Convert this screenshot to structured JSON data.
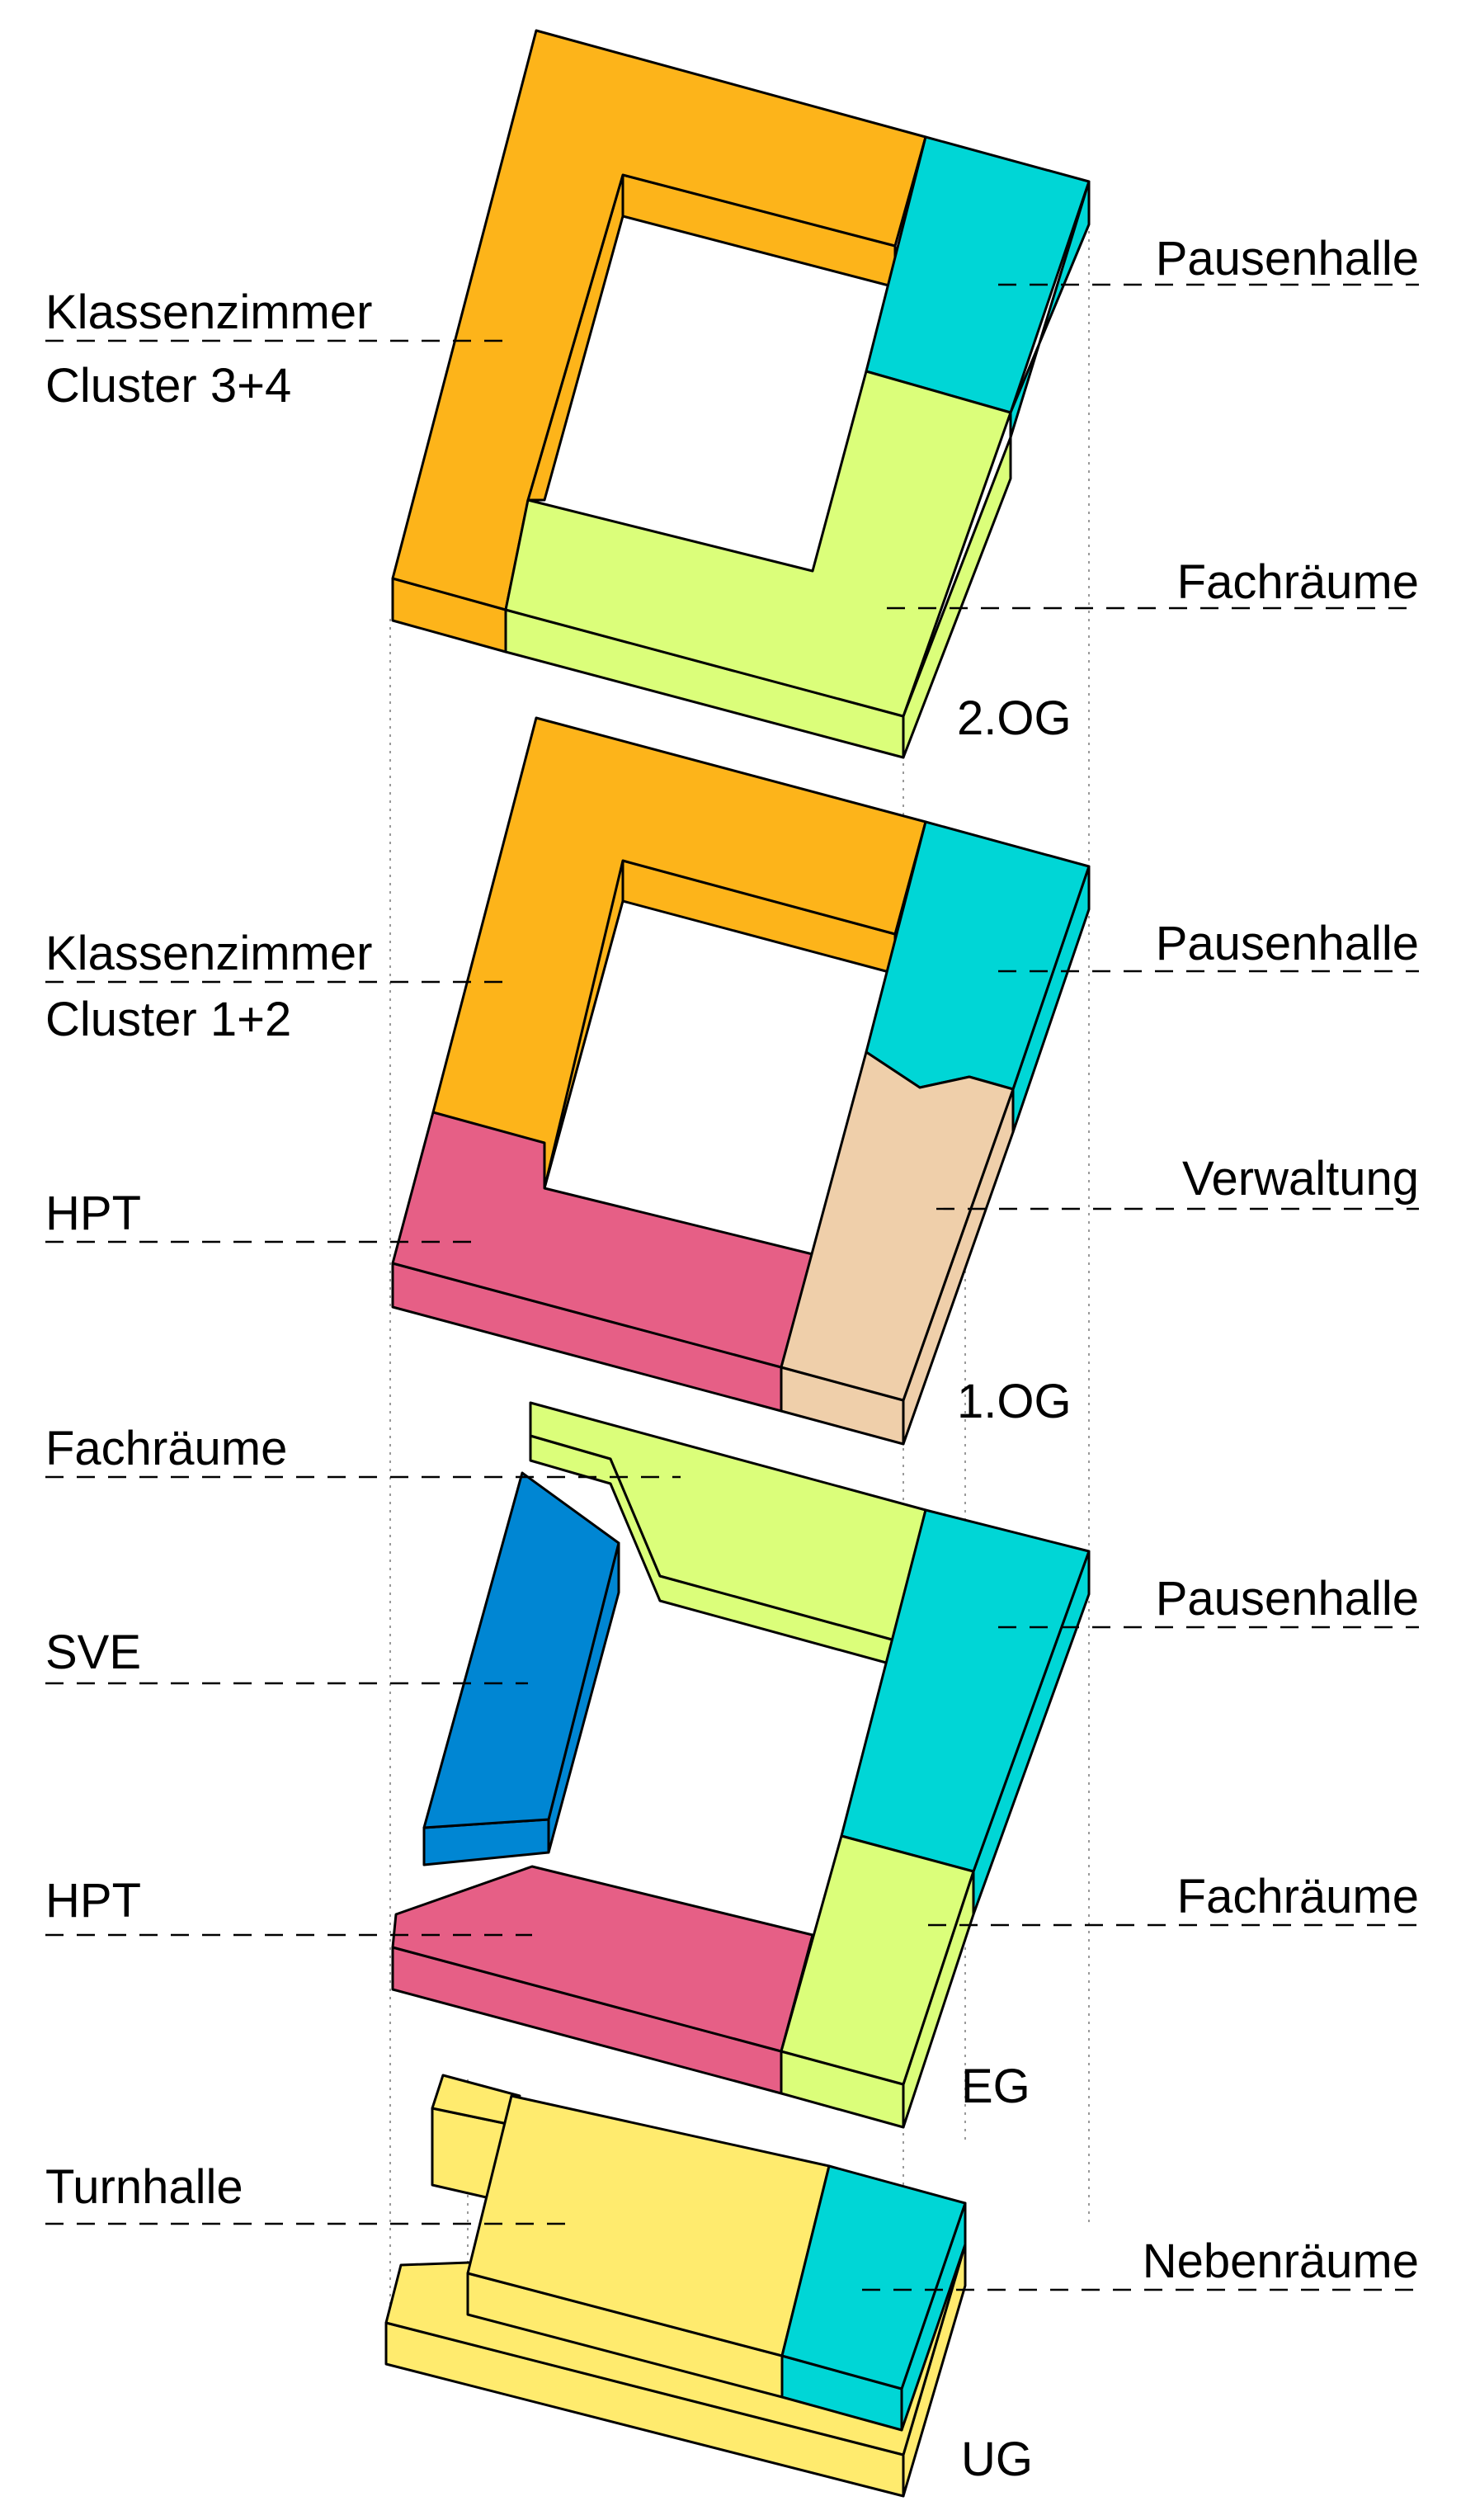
{
  "colors": {
    "orange": "#FDB41A",
    "cyan": "#00D6D6",
    "lime": "#DBFE7A",
    "pink": "#E65F86",
    "beige": "#EFCFAA",
    "blue": "#0086D3",
    "yellow": "#FFEB6E",
    "outline": "#000000"
  },
  "levels": {
    "og2": {
      "level_label": "2.OG",
      "left_labels": {
        "klassen_line1": "Klassenzimmer",
        "klassen_line2": "Cluster 3+4"
      },
      "right_labels": {
        "pausenhalle": "Pausenhalle",
        "fachraeume": "Fachräume"
      }
    },
    "og1": {
      "level_label": "1.OG",
      "left_labels": {
        "klassen_line1": "Klassenzimmer",
        "klassen_line2": "Cluster 1+2",
        "hpt": "HPT"
      },
      "right_labels": {
        "pausenhalle": "Pausenhalle",
        "verwaltung": "Verwaltung"
      }
    },
    "eg": {
      "level_label": "EG",
      "left_labels": {
        "fachraeume": "Fachräume",
        "sve": "SVE",
        "hpt": "HPT"
      },
      "right_labels": {
        "pausenhalle": "Pausenhalle",
        "fachraeume": "Fachräume"
      }
    },
    "ug": {
      "level_label": "UG",
      "left_labels": {
        "turnhalle": "Turnhalle"
      },
      "right_labels": {
        "nebenraeume": "Nebenräume"
      }
    }
  }
}
